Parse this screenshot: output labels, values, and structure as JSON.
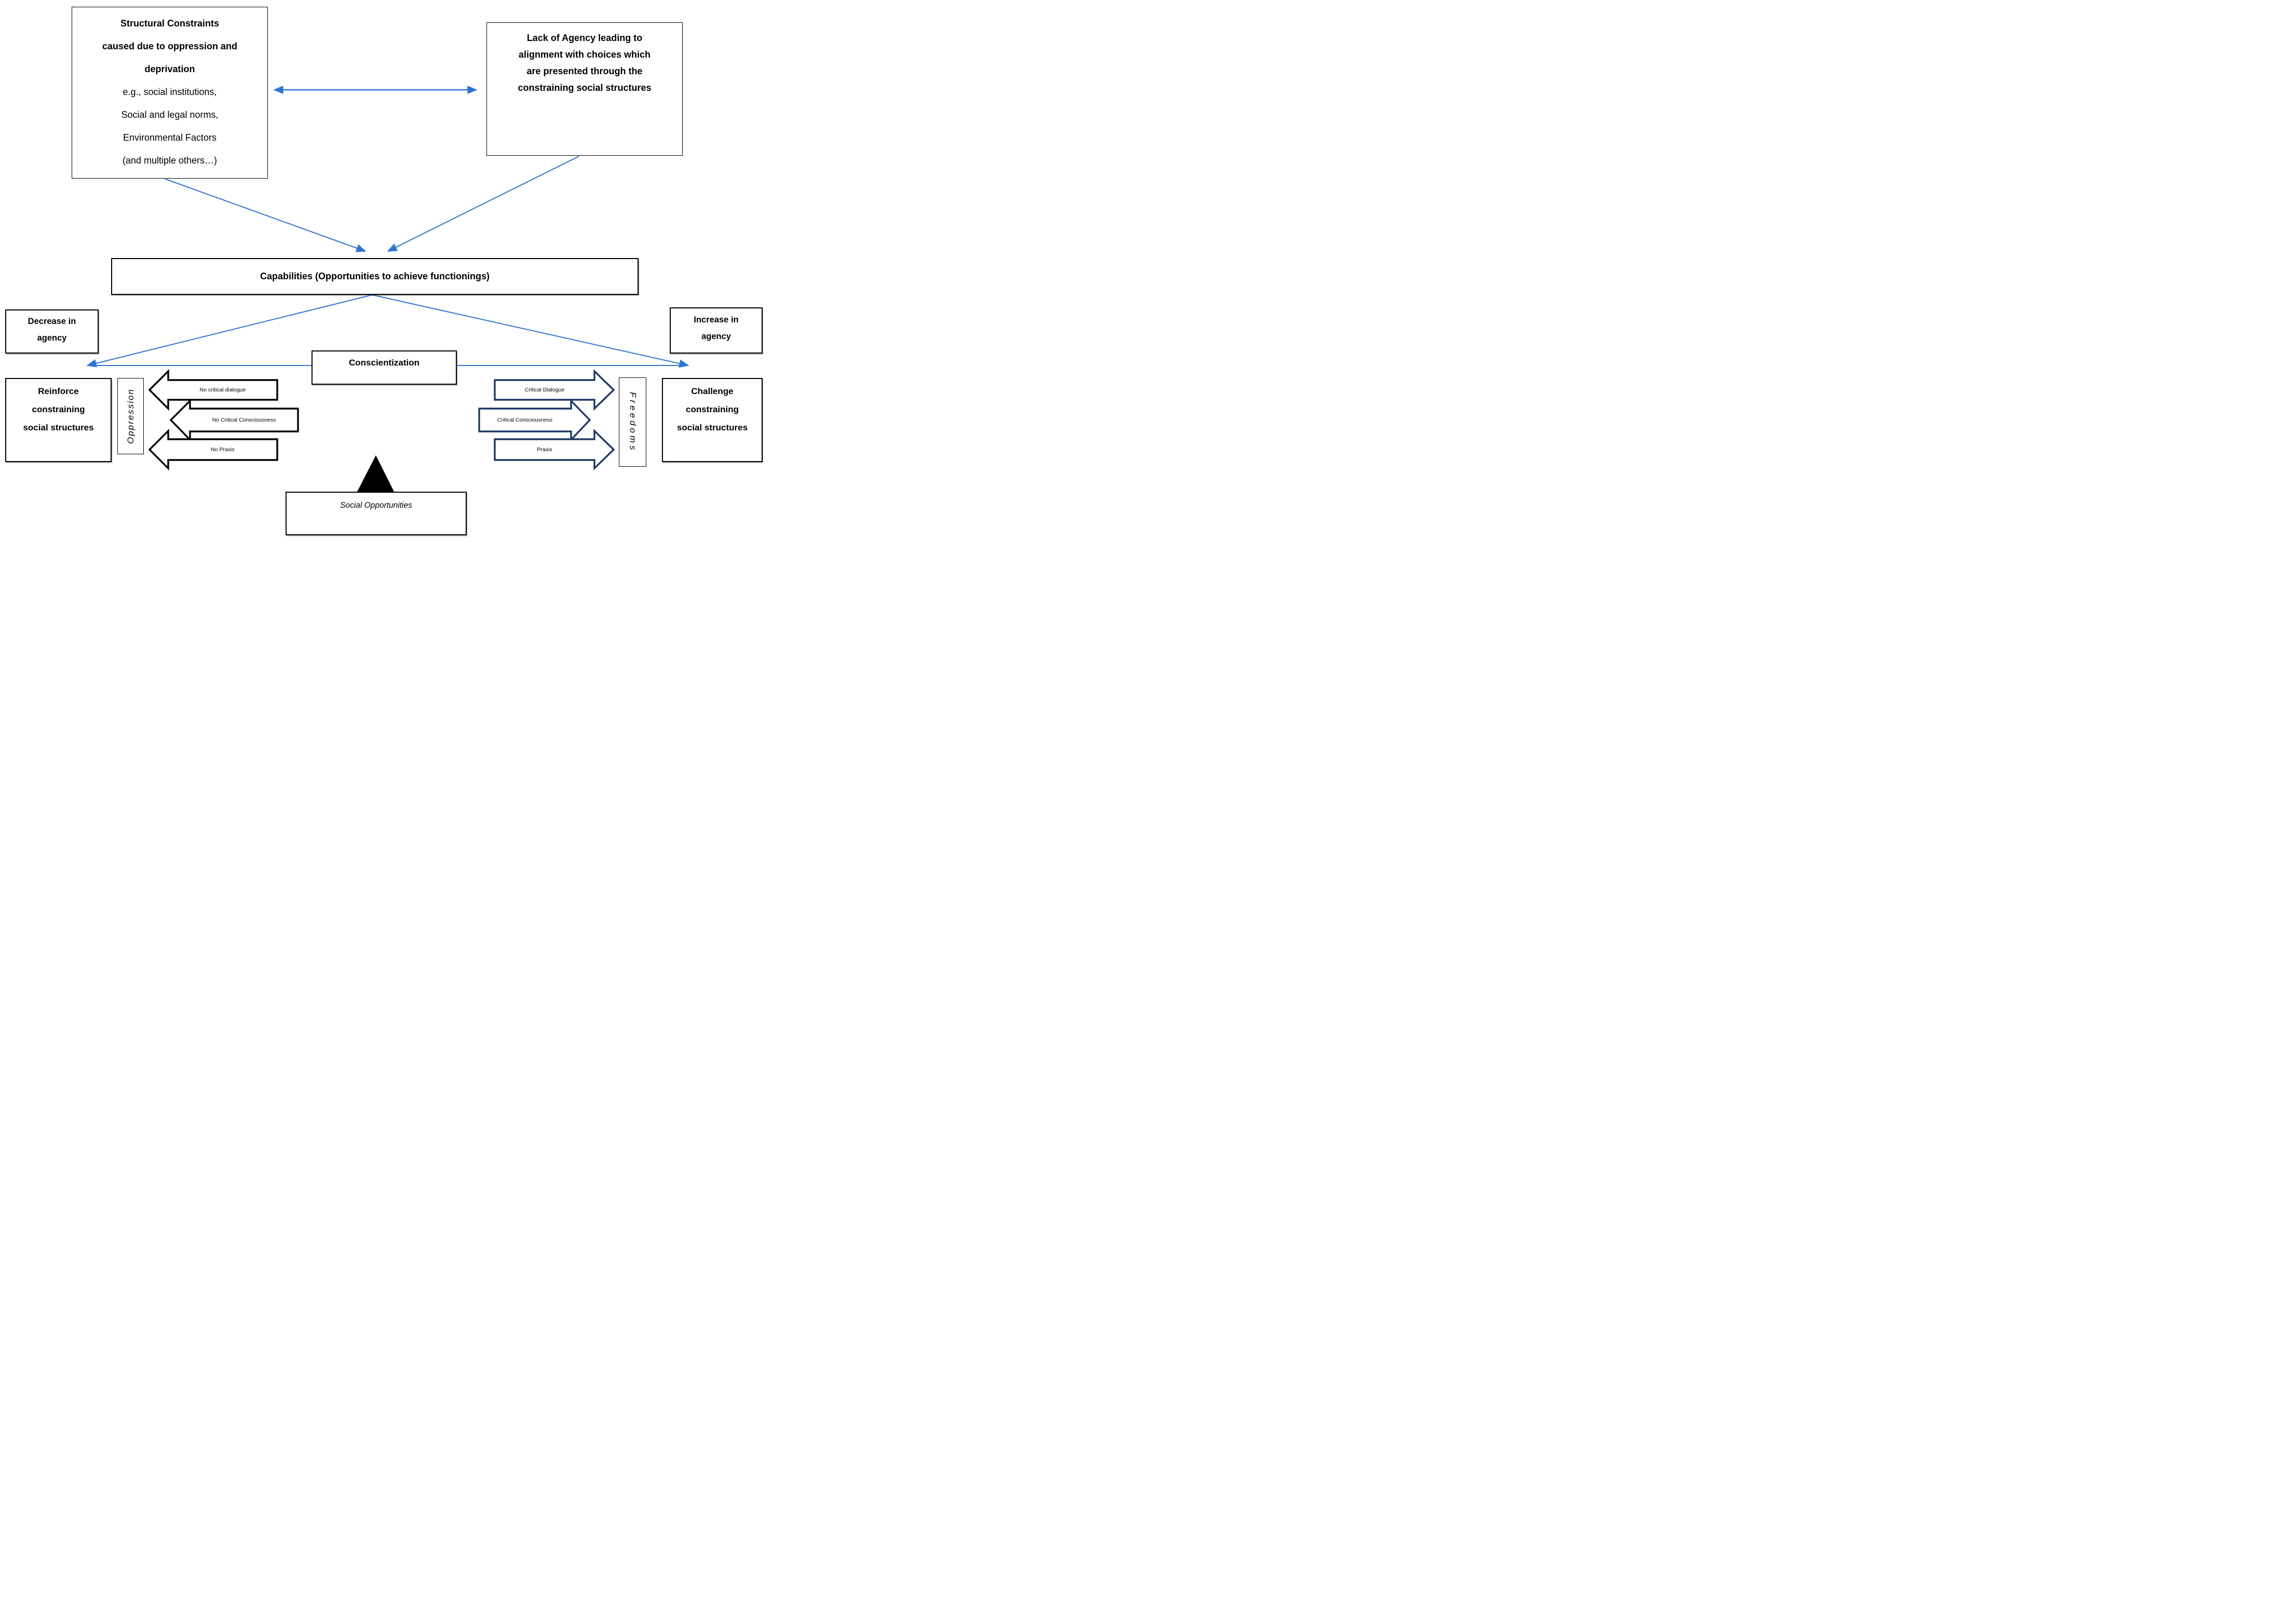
{
  "diagram": {
    "structural_box": {
      "title_lines": [
        "Structural Constraints",
        "caused due to oppression and",
        "deprivation"
      ],
      "example_lines": [
        "e.g., social institutions,",
        "Social and legal norms,",
        "Environmental Factors",
        "(and multiple others…)"
      ]
    },
    "lack_of_agency_box": {
      "lines": [
        "Lack of Agency leading to",
        "alignment with choices which",
        "are presented through the",
        "constraining social structures"
      ]
    },
    "capabilities_box": {
      "label": "Capabilities (Opportunities to achieve functionings)"
    },
    "decrease_agency_box": {
      "lines": [
        "Decrease in",
        "agency"
      ]
    },
    "increase_agency_box": {
      "lines": [
        "Increase in",
        "agency"
      ]
    },
    "conscientization_box": {
      "label": "Conscientization"
    },
    "reinforce_box": {
      "lines": [
        "Reinforce",
        "constraining",
        "social structures"
      ]
    },
    "challenge_box": {
      "lines": [
        "Challenge",
        "constraining",
        "social structures"
      ]
    },
    "oppression_label": "Oppression",
    "freedoms_label": "Freedoms",
    "left_arrows": {
      "labels": [
        "No critical dialogue",
        "No Critical Consciousness",
        "No Praxis"
      ]
    },
    "right_arrows": {
      "labels": [
        "Critical Dialogue",
        "Critical Consciousness",
        "Praxis"
      ]
    },
    "social_opportunities_box": {
      "label": "Social Opportunities"
    },
    "colors": {
      "line_blue": "#2e75d2",
      "left_arrow_border": "#000000",
      "right_arrow_border": "#1f3864",
      "box_border": "#000000",
      "triangle_fill": "#000000"
    }
  }
}
